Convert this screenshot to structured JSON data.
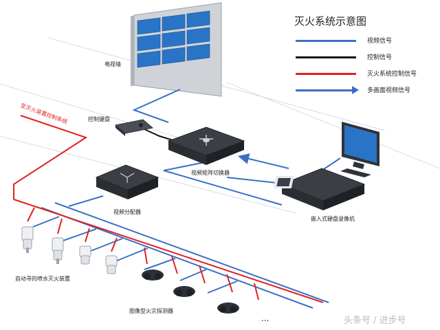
{
  "title": "灭火系统示意图",
  "legend": [
    {
      "label": "视频信号",
      "color": "#3a6fc4"
    },
    {
      "label": "控制信号",
      "color": "#111111"
    },
    {
      "label": "灭火系统控制信号",
      "color": "#e02020"
    },
    {
      "label": "多画面视频信号",
      "color": "#3a6fc4"
    }
  ],
  "labels": {
    "video_wall": "电视墙",
    "control_keyboard": "控制键盘",
    "matrix_switcher": "视频矩阵切换器",
    "video_distributor": "视频分配器",
    "dvr": "嵌入式硬盘录像机",
    "fire_system_link": "至灭火装置控制系统",
    "water_cannon": "自动寻的喷水灭火装置",
    "fire_detector": "图像型火灾探测器",
    "ellipsis": "..."
  },
  "watermark": "头条号 / 进步号"
}
